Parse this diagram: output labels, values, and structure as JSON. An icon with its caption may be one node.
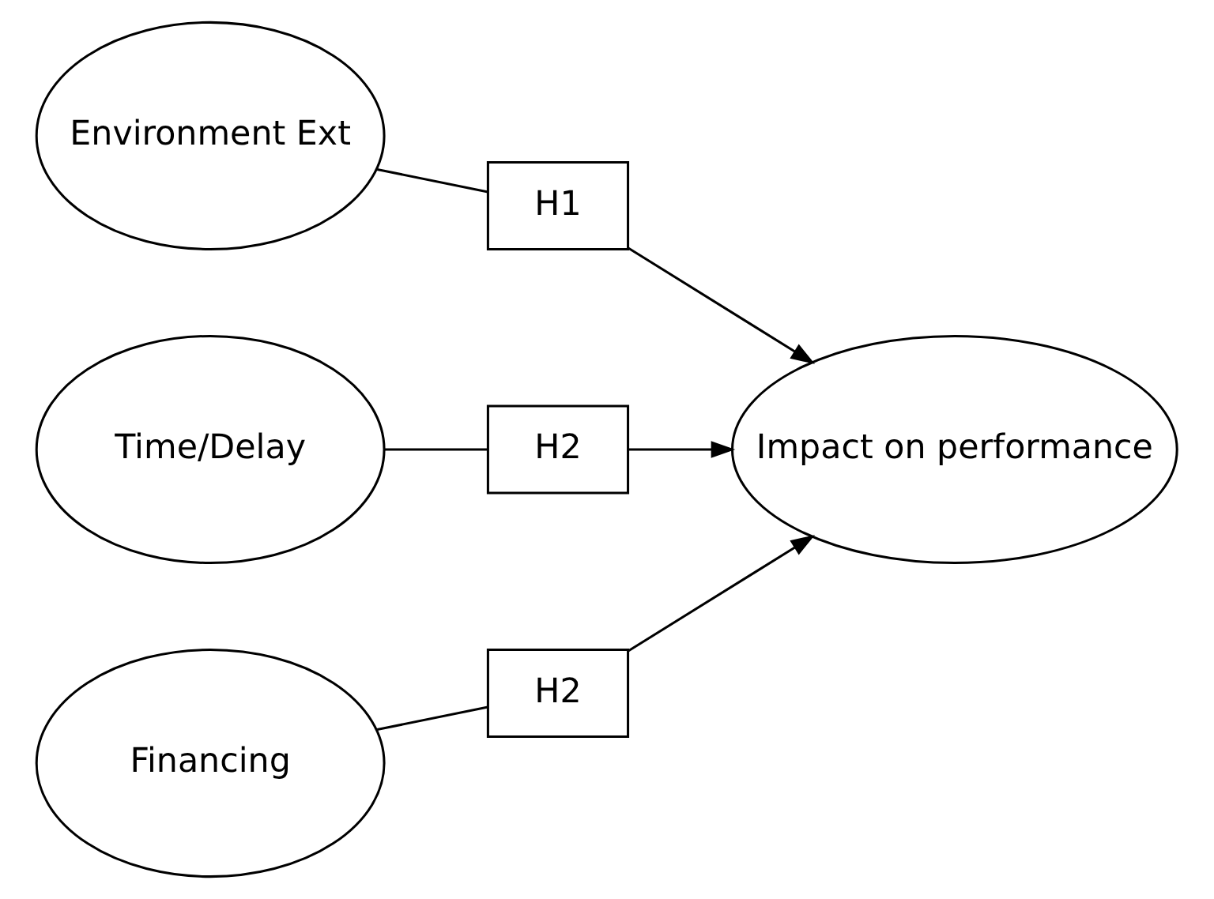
{
  "diagram": {
    "nodes": [
      {
        "text": [
          "Environment Ext"
        ]
      },
      {
        "text": [
          "Time/Delay"
        ]
      },
      {
        "text": [
          "Financing"
        ]
      },
      {
        "text": [
          "Impact on performance"
        ]
      },
      {
        "text": [
          "H1"
        ]
      },
      {
        "text": [
          "H2"
        ]
      },
      {
        "text": [
          "H2"
        ]
      }
    ],
    "edges": [
      {
        "from": 0,
        "to": 4,
        "arrow": "none"
      },
      {
        "from": 4,
        "to": 3,
        "arrow": "to"
      },
      {
        "from": 1,
        "to": 5,
        "arrow": "none"
      },
      {
        "from": 5,
        "to": 3,
        "arrow": "to"
      },
      {
        "from": 2,
        "to": 6,
        "arrow": "none"
      },
      {
        "from": 6,
        "to": 3,
        "arrow": "to"
      }
    ]
  }
}
